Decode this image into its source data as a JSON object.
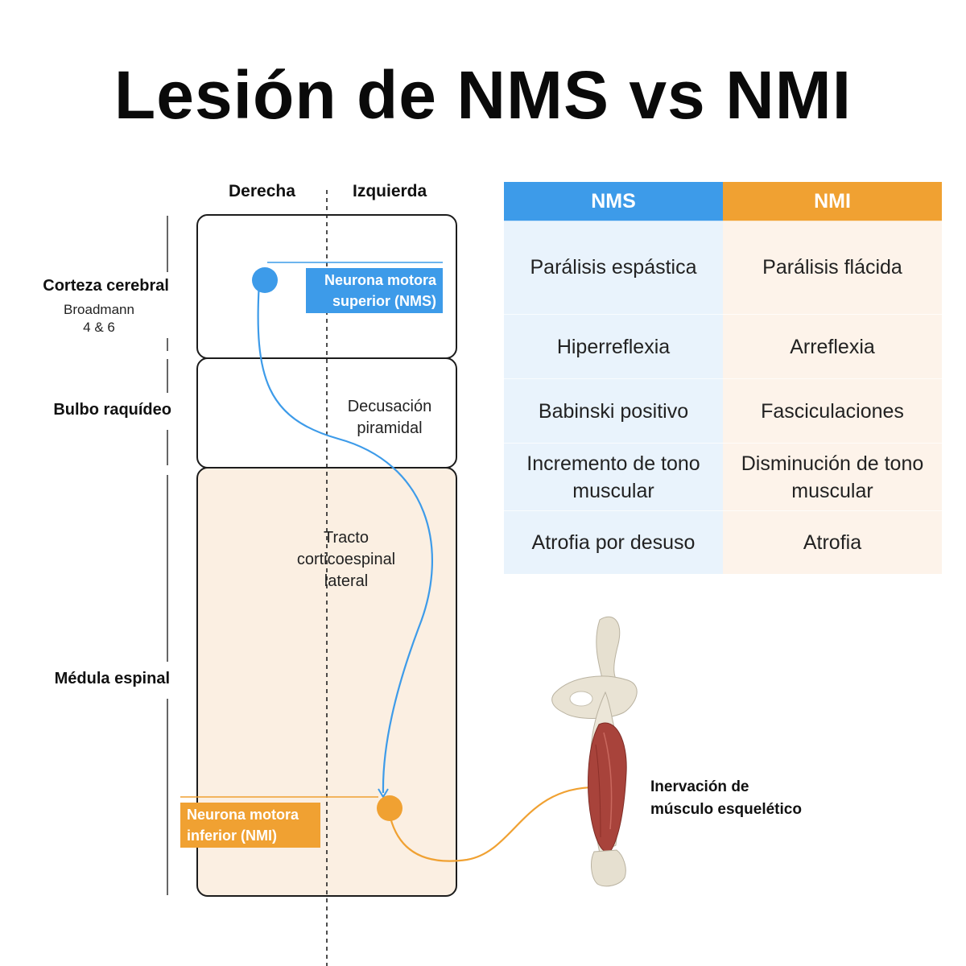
{
  "title": "Lesión de NMS vs NMI",
  "diagram": {
    "side_labels": {
      "right": "Derecha",
      "left": "Izquierda"
    },
    "regions": [
      {
        "name": "Corteza cerebral",
        "sub": [
          "Broadmann",
          "4 & 6"
        ]
      },
      {
        "name": "Bulbo raquídeo"
      },
      {
        "name": "Médula espinal"
      }
    ],
    "decussation": [
      "Decusación",
      "piramidal"
    ],
    "tract": [
      "Tracto",
      "corticoespinal",
      "lateral"
    ],
    "upper_neuron": [
      "Neurona motora",
      "superior (NMS)"
    ],
    "lower_neuron": [
      "Neurona motora",
      "inferior (NMI)"
    ],
    "innervation": [
      "Inervación de",
      "músculo esquelético"
    ],
    "muscle_icon": "femur-muscle-icon",
    "colors": {
      "nms": "#3d9be9",
      "nmi": "#f0a132",
      "spinal_fill": "#fbefe2"
    }
  },
  "comparison": {
    "headers": [
      "NMS",
      "NMI"
    ],
    "rows": [
      [
        "Parálisis espástica",
        "Parálisis flácida"
      ],
      [
        "Hiperreflexia",
        "Arreflexia"
      ],
      [
        "Babinski positivo",
        "Fasciculaciones"
      ],
      [
        "Incremento de tono muscular",
        "Disminución de tono muscular"
      ],
      [
        "Atrofia por desuso",
        "Atrofia"
      ]
    ],
    "colors": {
      "nms_header": "#3d9be9",
      "nmi_header": "#f0a132",
      "nms_cell": "#e9f3fc",
      "nmi_cell": "#fdf3ea"
    }
  }
}
